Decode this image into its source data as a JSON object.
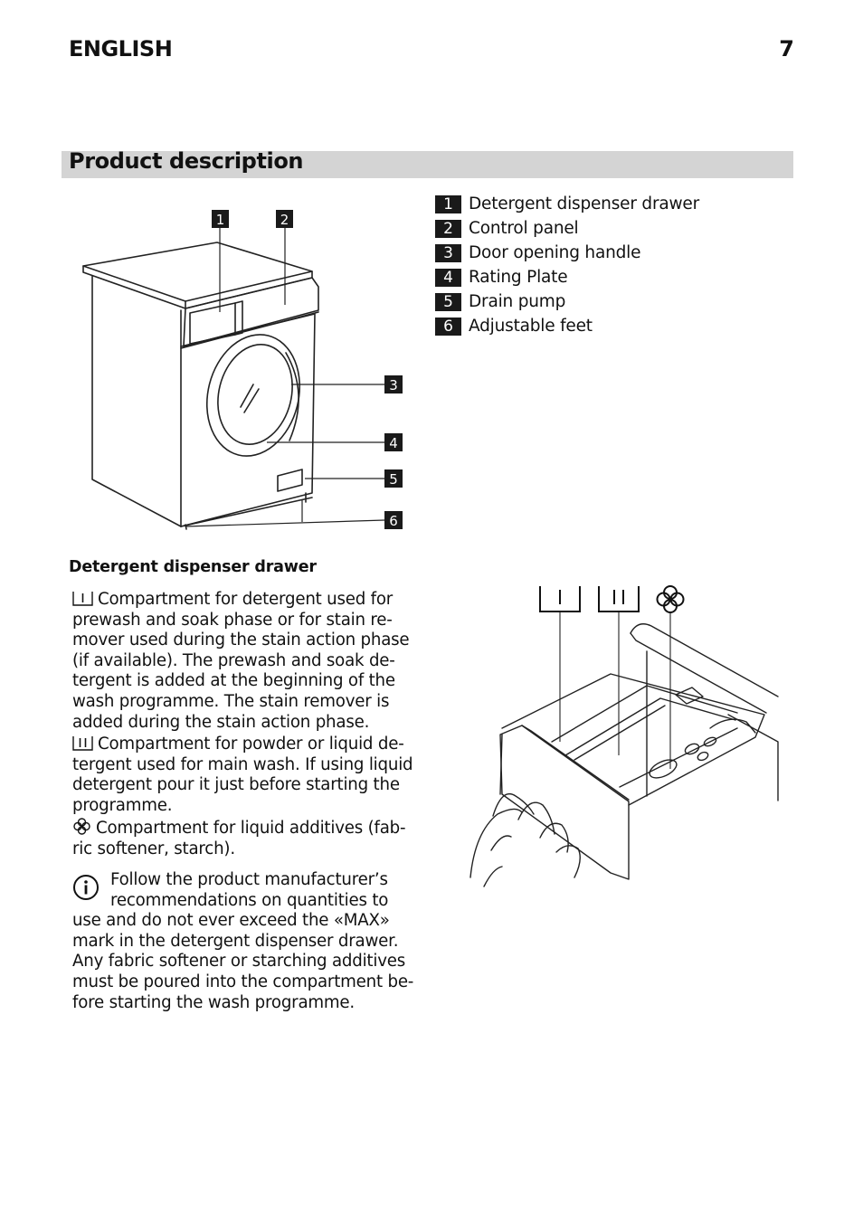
{
  "header": {
    "language": "ENGLISH",
    "page_number": "7"
  },
  "section": {
    "title": "Product description"
  },
  "legend": [
    {
      "num": "1",
      "label": "Detergent dispenser drawer"
    },
    {
      "num": "2",
      "label": "Control panel"
    },
    {
      "num": "3",
      "label": "Door opening handle"
    },
    {
      "num": "4",
      "label": "Rating Plate"
    },
    {
      "num": "5",
      "label": "Drain pump"
    },
    {
      "num": "6",
      "label": "Adjustable feet"
    }
  ],
  "dispenser": {
    "heading": "Detergent dispenser drawer",
    "comp1_lines": [
      "Compartment for detergent used for",
      "prewash and soak phase or for stain re-",
      "mover used during the stain action phase",
      "(if available). The prewash and soak de-",
      "tergent is added at the beginning of the",
      "wash programme. The stain remover is",
      "added during the stain action phase."
    ],
    "comp2_lines": [
      "Compartment for powder or liquid de-",
      "tergent used for main wash. If using liquid",
      "detergent pour it just before starting the",
      "programme."
    ],
    "comp3_lines": [
      "Compartment for liquid additives (fab-",
      "ric softener, starch)."
    ],
    "info_lines": [
      "Follow the product manufacturer’s",
      "recommendations on quantities to",
      "use and do not ever exceed the «MAX»",
      "mark in the detergent dispenser drawer.",
      "Any fabric softener or starching additives",
      "must be poured into the compartment be-",
      "fore starting the wash programme."
    ]
  },
  "icons": {
    "compartment_1": "prewash-compartment-icon",
    "compartment_2": "main-wash-compartment-icon",
    "compartment_3": "softener-flower-icon",
    "info": "info-icon"
  }
}
